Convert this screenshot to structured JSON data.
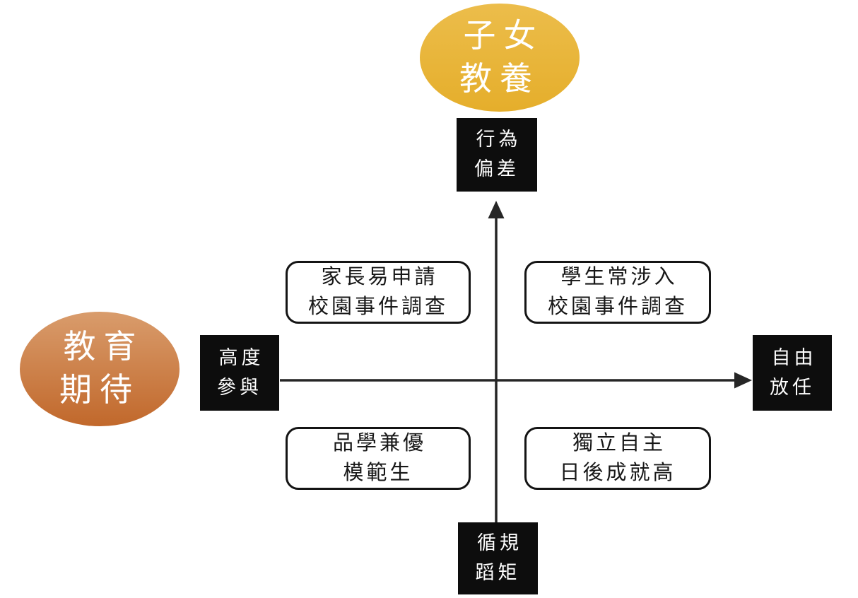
{
  "title_bubbles": {
    "top": {
      "label": "子女\n教養"
    },
    "left": {
      "label": "教育\n期待"
    }
  },
  "axis_labels": {
    "top": "行為\n偏差",
    "bottom": "循規\n蹈矩",
    "left": "高度\n參與",
    "right": "自由\n放任"
  },
  "quadrant_boxes": {
    "top_left": "家長易申請\n校園事件調查",
    "top_right": "學生常涉入\n校園事件調查",
    "bottom_left": "品學兼優\n模範生",
    "bottom_right": "獨立自主\n日後成就高"
  },
  "colors": {
    "yellow_top": "#ECBD4B",
    "yellow_bottom": "#E5AE2B",
    "orange_top": "#D99C6C",
    "orange_bottom": "#C1682B",
    "axis_line": "#262626",
    "label_box_bg": "#0D0D0D",
    "label_box_text": "#FFFFFF",
    "quadrant_border": "#141414"
  }
}
